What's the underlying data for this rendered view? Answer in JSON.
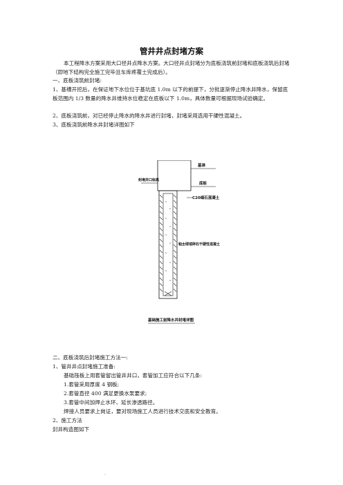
{
  "doc": {
    "title": "管井井点封堵方案",
    "intro": "本工程降水方案采用大口径井点降水方案。大口径井点封堵分为底板浇筑前封堵和底板浇筑后封堵（即地下结构完全施工完毕且车库疼覆土完成后）。",
    "section1_heading": "一、底板浇筑前封堵:",
    "s1_item1": "1、基槽开挖后，在保证地下水位位于基坑底 1.0m 以下的前提下，分批逐渐停止降水井降水，保留底板范围内 1/3 数量的降水井维持水位稳定在底板以下 1.0m，具体数量可根据现场试验确定。",
    "s1_item2": "2、底板浇筑前，对已经停止降水的降水井进行封堵，封堵采用选用干硬性混凝土。",
    "s1_item3": "3、底板浇筑前降水井封堵详图如下",
    "section2_heading": "二、底板浇筑后封堵施工方法一:",
    "s2_item1": "1、管井井点封堵施工准备:",
    "s2_item1_desc": "基础筏板上用套管留出管井井口，套管加工应符合以下几条:",
    "s2_sub1": "1.套管采用厚度 4 钢板;",
    "s2_sub2": "2.套管直径 400 满足更换水泵要求;",
    "s2_sub3": "3.套管中间加焊止水环、延长渗透路径。",
    "s2_welders": "焊接人员要求上岗证，要对现场施工人员进行技术交底和安全教育。",
    "s2_item2": "2、施工方法",
    "s2_fig_caption": "封井构造图如下",
    "footer_dot": "."
  },
  "diagram": {
    "labels": {
      "top_right": "基准",
      "top_left": "封堵井口标高",
      "level2": "底板",
      "c20": "C20细石混凝土",
      "fill": "粘土球或碎石干硬性混凝土",
      "bottom_caption": "基础施工前降水井封堵详图"
    }
  }
}
